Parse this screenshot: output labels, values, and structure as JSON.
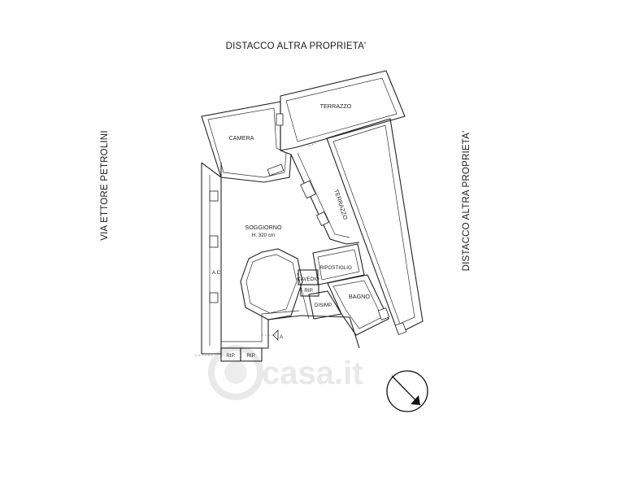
{
  "edges": {
    "top": "DISTACCO ALTRA PROPRIETA'",
    "left": "VIA ETTORE PETROLINI",
    "right": "DISTACCO ALTRA PROPRIETA'"
  },
  "rooms": {
    "terrazzo_top": "TERRAZZO",
    "camera": "CAMERA",
    "terrazzo_side": "TERRAZZO",
    "soggiorno": "SOGGIORNO",
    "soggiorno_height": "H. 320 cm",
    "ripostiglio": "RIPOSTIGLIO",
    "cavedio": "CAVEDIO",
    "rip_small": "RIP.",
    "bagno": "BAGNO",
    "disimp": "DISIMP.",
    "ac": "A.C",
    "rip_bottom_1": "RIP.",
    "rip_bottom_2": "RIP."
  },
  "section_marker": "A",
  "watermark": "casa.it",
  "compass_icon": "north-arrow-icon"
}
